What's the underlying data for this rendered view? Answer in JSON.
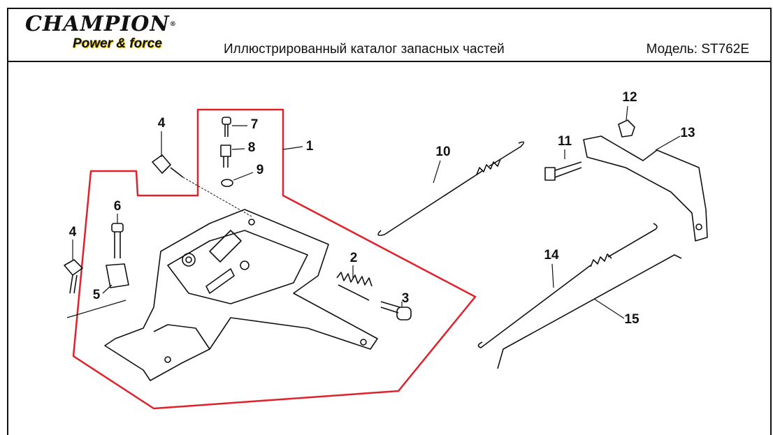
{
  "header": {
    "logo_main": "CHAMPION",
    "logo_reg": "®",
    "logo_sub": "Power & force",
    "title": "Иллюстрированный каталог запасных частей",
    "model": "Модель: ST762E"
  },
  "diagram": {
    "outline_color": "#e0202a",
    "callouts": [
      "1",
      "2",
      "3",
      "4",
      "4",
      "5",
      "6",
      "7",
      "8",
      "9",
      "10",
      "11",
      "12",
      "13",
      "14",
      "15"
    ]
  }
}
